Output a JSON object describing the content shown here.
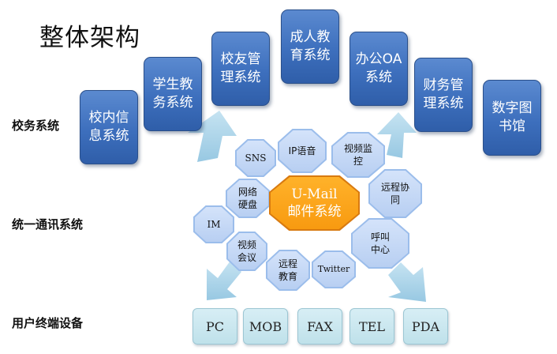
{
  "title": "整体架构",
  "row_labels": {
    "school": "校务系统",
    "comm": "统一通讯系统",
    "terminal": "用户终端设备"
  },
  "school_systems": [
    "校内信息系统",
    "学生教务系统",
    "校友管理系统",
    "成人教育系统",
    "办公OA系统",
    "财务管理系统",
    "数字图书馆"
  ],
  "center": {
    "line1": "U-Mail",
    "line2": "邮件系统"
  },
  "modules": {
    "sns": "SNS",
    "ip_voice": "IP语音",
    "video_monitor": "视频监控",
    "net_disk": "网络硬盘",
    "remote_collab": "远程协同",
    "im": "IM",
    "video_conf": "视频会议",
    "call_center": "呼叫中心",
    "remote_edu": "远程教育",
    "twitter": "Twitter"
  },
  "terminals": [
    "PC",
    "MOB",
    "FAX",
    "TEL",
    "PDA"
  ],
  "colors": {
    "card_blue": "#3d6fbd",
    "octagon_light": "#c8dbf7",
    "center_orange": "#f89a10",
    "arrow_blue": "#a9d3ea",
    "terminal_bg": "#c9e6ee"
  }
}
